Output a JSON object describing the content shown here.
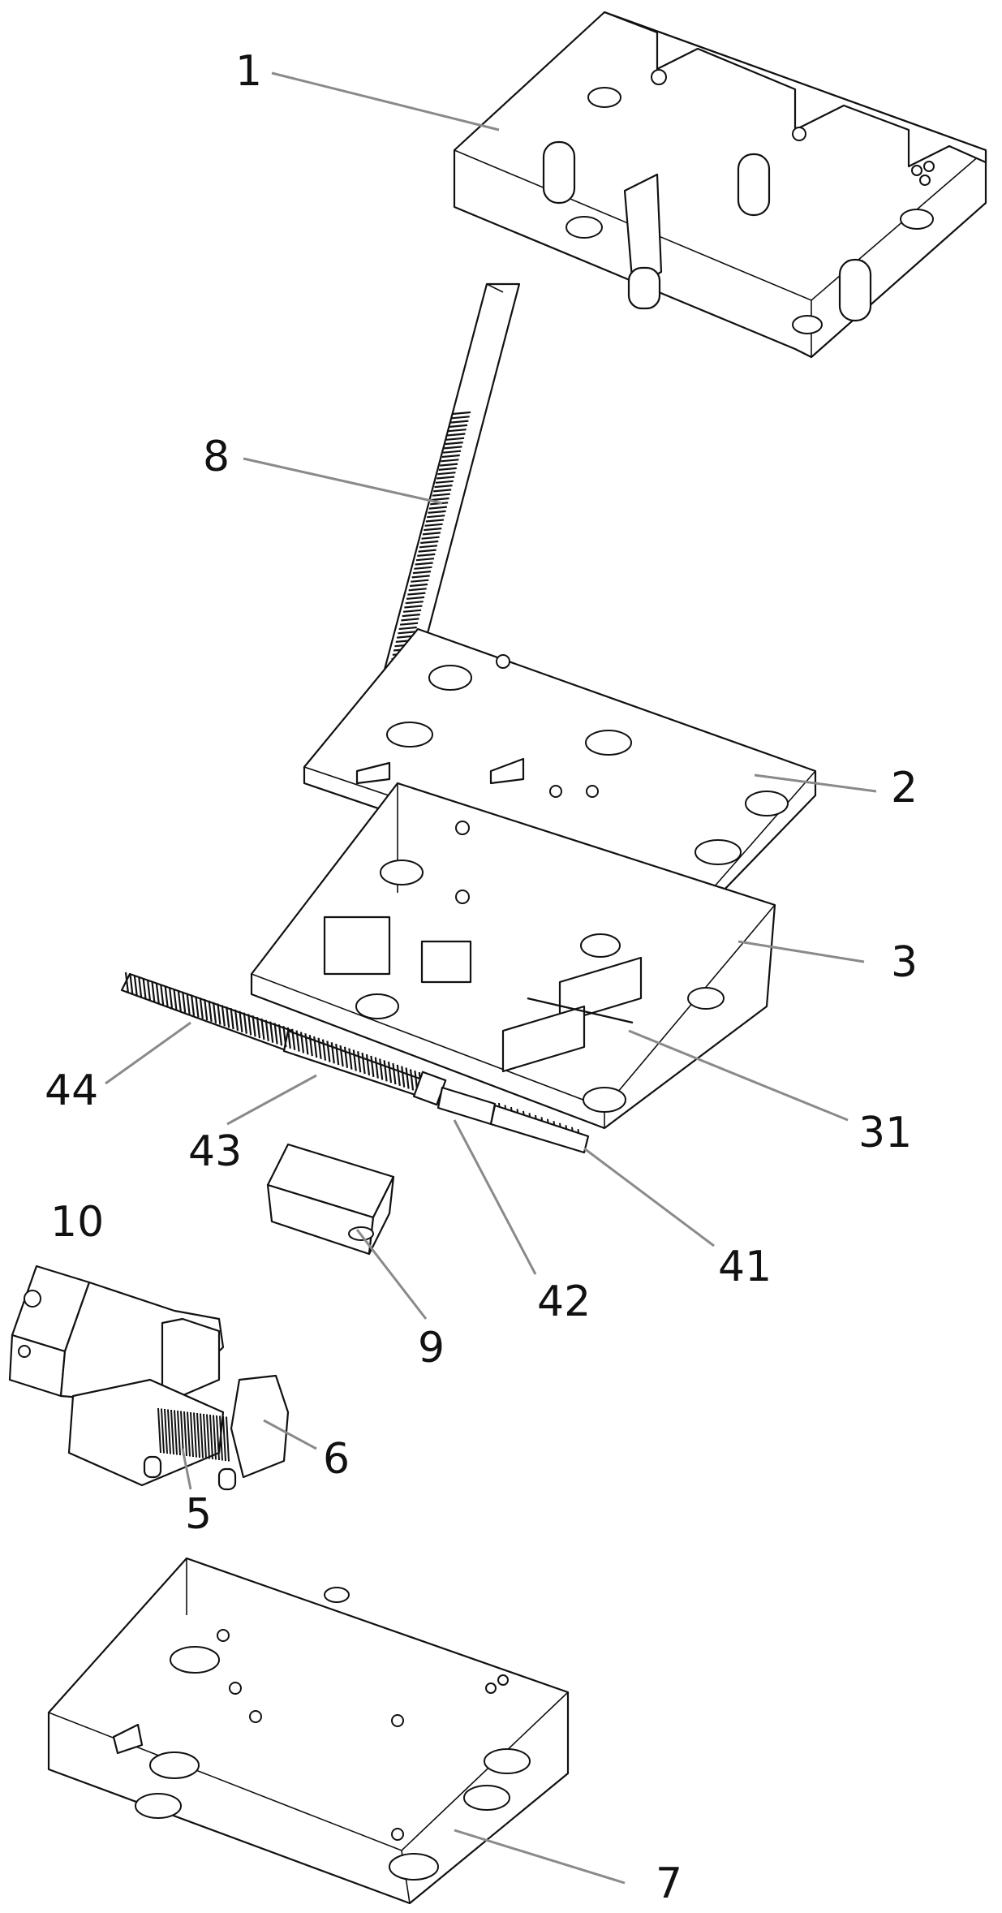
{
  "labels": {
    "l1": "1",
    "l2": "2",
    "l3": "3",
    "l31": "31",
    "l41": "41",
    "l42": "42",
    "l43": "43",
    "l44": "44",
    "l5": "5",
    "l6": "6",
    "l7": "7",
    "l8": "8",
    "l9": "9",
    "l10": "10"
  }
}
